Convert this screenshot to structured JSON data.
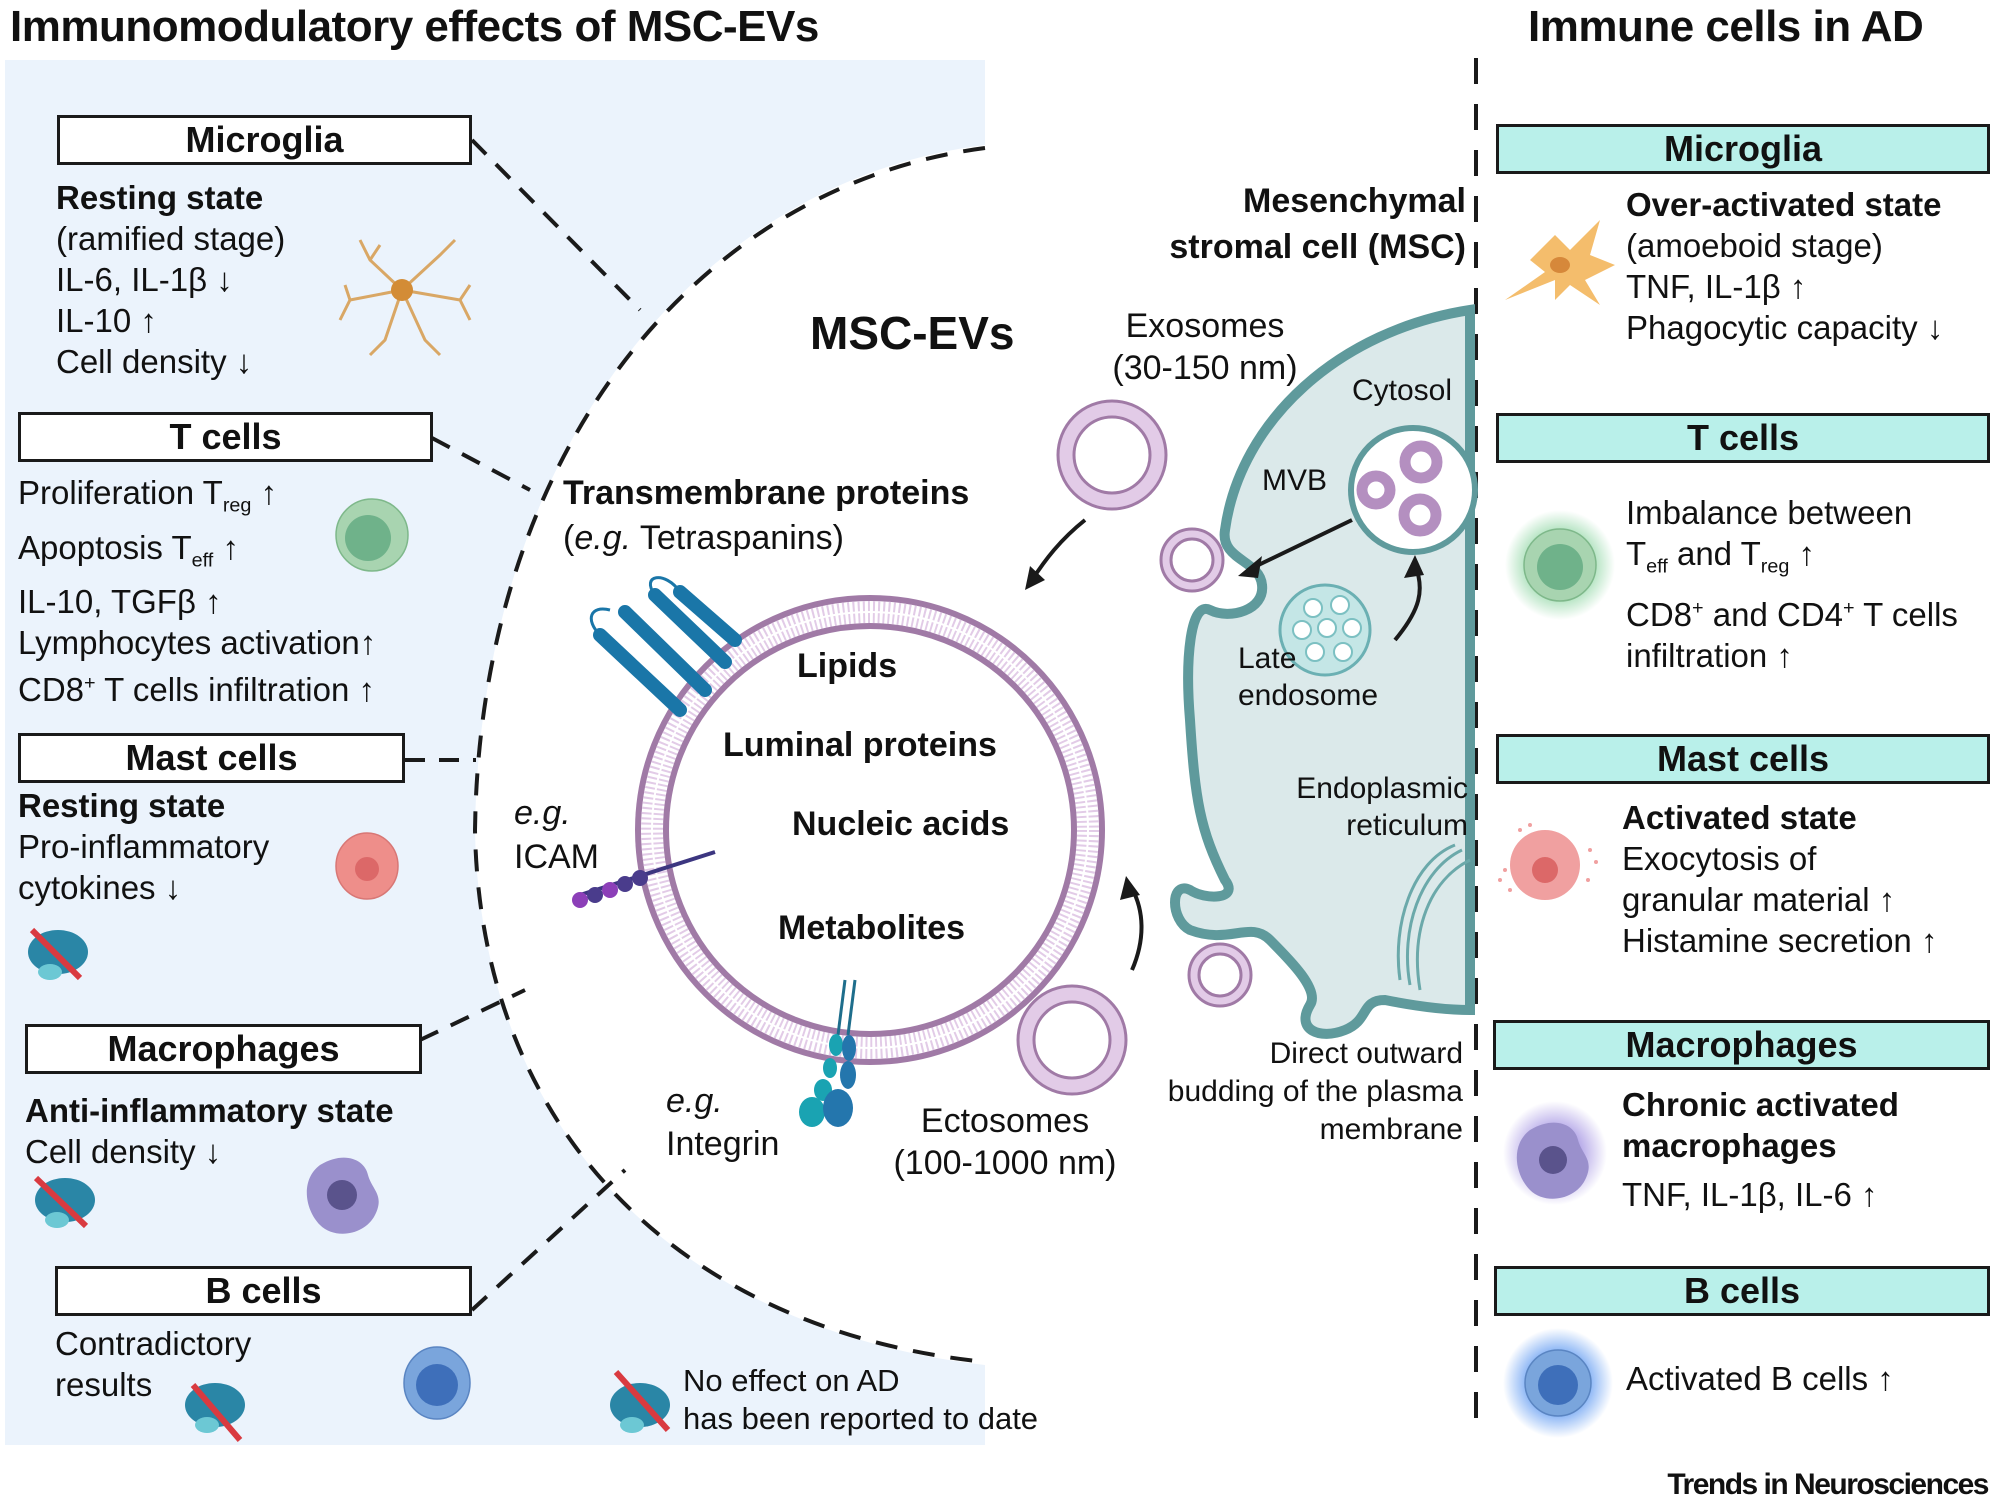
{
  "left_title": "Immunomodulatory effects of MSC-EVs",
  "right_title": "Immune cells in AD",
  "center": {
    "msc_evs_label": "MSC-EVs",
    "transmembrane_label": "Transmembrane proteins",
    "transmembrane_example_prefix": "(",
    "transmembrane_example_eg": "e.g.",
    "transmembrane_example_text": " Tetraspanins)",
    "cargo": [
      "Lipids",
      "Luminal proteins",
      "Nucleic acids",
      "Metabolites"
    ],
    "icam_eg": "e.g.",
    "icam": "ICAM",
    "integrin_eg": "e.g.",
    "integrin": "Integrin",
    "exosomes": [
      "Exosomes",
      "(30-150 nm)"
    ],
    "ectosomes": [
      "Ectosomes",
      "(100-1000 nm)"
    ],
    "msc_title": [
      "Mesenchymal",
      "stromal cell (MSC)"
    ],
    "cytosol": "Cytosol",
    "mvb": "MVB",
    "late_endosome": [
      "Late",
      "endosome"
    ],
    "er": [
      "Endoplasmic",
      "reticulum"
    ],
    "budding": [
      "Direct outward",
      "budding of the plasma",
      "membrane"
    ]
  },
  "left_panel": {
    "microglia": {
      "title": "Microglia",
      "state": "Resting state",
      "lines": [
        "(ramified stage)",
        "IL-6, IL-1β ↓",
        "IL-10 ↑",
        "Cell density ↓"
      ]
    },
    "t_cells": {
      "title": "T cells",
      "lines": [
        {
          "pre": "Proliferation T",
          "sub": "reg",
          "post": " ↑"
        },
        {
          "pre": "Apoptosis T",
          "sub": "eff",
          "post": " ↑"
        },
        {
          "pre": "IL-10, TGFβ ↑",
          "sub": "",
          "post": ""
        },
        {
          "pre": "Lymphocytes activation↑",
          "sub": "",
          "post": ""
        },
        {
          "pre": "CD8",
          "sup": "+",
          "post": " T cells infiltration ↑"
        }
      ]
    },
    "mast_cells": {
      "title": "Mast cells",
      "state": "Resting state",
      "lines": [
        "Pro-inflammatory",
        "cytokines ↓"
      ]
    },
    "macrophages": {
      "title": "Macrophages",
      "state": "Anti-inflammatory state",
      "lines": [
        "Cell density ↓"
      ]
    },
    "b_cells": {
      "title": "B cells",
      "lines": [
        "Contradictory",
        "results"
      ]
    },
    "legend": [
      "No effect on AD",
      "has been reported to date"
    ]
  },
  "right_panel": {
    "microglia": {
      "title": "Microglia",
      "state": "Over-activated state",
      "lines": [
        "(amoeboid stage)",
        "TNF, IL-1β ↑",
        "Phagocytic capacity ↓"
      ]
    },
    "t_cells": {
      "title": "T cells",
      "line1": "Imbalance between",
      "line2": {
        "t1": "T",
        "s1": "eff",
        "mid": " and T",
        "s2": "reg",
        "post": " ↑"
      },
      "line3": {
        "a": "CD8",
        "sup1": "+",
        "b": " and CD4",
        "sup2": "+",
        "c": " T cells"
      },
      "line4": "infiltration ↑"
    },
    "mast_cells": {
      "title": "Mast cells",
      "state": "Activated state",
      "lines": [
        "Exocytosis of",
        "granular material ↑",
        "Histamine secretion ↑"
      ]
    },
    "macrophages": {
      "title": "Macrophages",
      "state": [
        "Chronic activated",
        "macrophages"
      ],
      "lines": [
        "TNF, IL-1β, IL-6 ↑"
      ]
    },
    "b_cells": {
      "title": "B cells",
      "lines": [
        "Activated B cells ↑"
      ]
    }
  },
  "footer": "Trends in Neurosciences",
  "colors": {
    "left_panel_bg": "#ebf3fc",
    "right_box_fill": "#b9f0ea",
    "membrane": "#a07aa6",
    "msc_cell_fill": "#dbe9ea",
    "msc_cell_border": "#5f9a9c"
  }
}
